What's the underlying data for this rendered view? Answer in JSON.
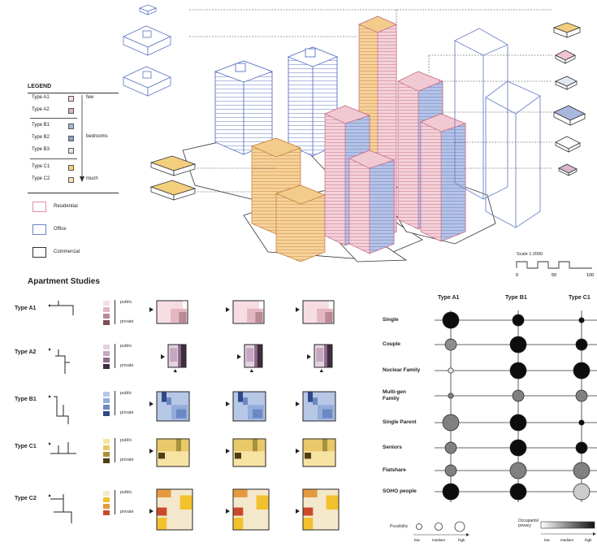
{
  "legend": {
    "title": "LEGEND",
    "types": [
      {
        "label": "Type A1",
        "color": "#f6dce3"
      },
      {
        "label": "Type A2",
        "color": "#d7b6cf"
      },
      {
        "label": "Type B1",
        "color": "#a9b6dd"
      },
      {
        "label": "Type B2",
        "color": "#8ea0c8"
      },
      {
        "label": "Type B3",
        "color": "#dfe8f2"
      },
      {
        "label": "Type C1",
        "color": "#f4d27a"
      },
      {
        "label": "Type C2",
        "color": "#f6e3b8"
      }
    ],
    "few": "few",
    "bedrooms": "bedrooms",
    "much": "much",
    "uses": [
      {
        "label": "Residential",
        "color": "#e58fa5"
      },
      {
        "label": "Office",
        "color": "#6b83c8"
      },
      {
        "label": "Commercial",
        "color": "#333333"
      }
    ]
  },
  "scale": {
    "title": "Scale 1:2000",
    "ticks": [
      "0",
      "50",
      "100"
    ]
  },
  "studies": {
    "title": "Apartment Studies",
    "public": "public",
    "private": "private",
    "rows": [
      {
        "label": "Type A1",
        "palette": [
          "#f6dde4",
          "#e4b6c0",
          "#b88a93",
          "#7a4e55"
        ]
      },
      {
        "label": "Type A2",
        "palette": [
          "#e3d2e0",
          "#c6a7c1",
          "#8e6b8a",
          "#3f2d40"
        ]
      },
      {
        "label": "Type B1",
        "palette": [
          "#b7c7e6",
          "#93acd9",
          "#6b88c4",
          "#2f4a86"
        ]
      },
      {
        "label": "Type C1",
        "palette": [
          "#f7e3a4",
          "#e9c86a",
          "#a7913c",
          "#4b3f12"
        ]
      },
      {
        "label": "Type C2",
        "palette": [
          "#f4e8cc",
          "#f2c22e",
          "#e59a40",
          "#c84a2a"
        ]
      }
    ]
  },
  "matrix": {
    "columns": [
      "Type A1",
      "Type B1",
      "Type C1"
    ],
    "rows": [
      "Single",
      "Couple",
      "Nuclear Family",
      "Multi-gen Family",
      "Single Parent",
      "Seniors",
      "Flatshare",
      "SOHO people"
    ],
    "possibility_title": "Possibility",
    "possibility_labels": [
      "low",
      "medium",
      "high"
    ],
    "occupants_title": "Occupants/ privacy",
    "occupants_labels": [
      "low",
      "medium",
      "high"
    ],
    "cells": [
      [
        {
          "s": 3,
          "c": 0.95
        },
        {
          "s": 2,
          "c": 0.95
        },
        {
          "s": 1,
          "c": 0.95
        }
      ],
      [
        {
          "s": 2,
          "c": 0.45
        },
        {
          "s": 3,
          "c": 0.95
        },
        {
          "s": 2,
          "c": 0.95
        }
      ],
      [
        {
          "s": 1,
          "c": 0.1
        },
        {
          "s": 3,
          "c": 0.95
        },
        {
          "s": 3,
          "c": 0.95
        }
      ],
      [
        {
          "s": 1,
          "c": 0.5
        },
        {
          "s": 2,
          "c": 0.5
        },
        {
          "s": 2,
          "c": 0.5
        }
      ],
      [
        {
          "s": 3,
          "c": 0.5
        },
        {
          "s": 3,
          "c": 0.95
        },
        {
          "s": 1,
          "c": 0.95
        }
      ],
      [
        {
          "s": 2,
          "c": 0.5
        },
        {
          "s": 3,
          "c": 0.95
        },
        {
          "s": 2,
          "c": 0.95
        }
      ],
      [
        {
          "s": 2,
          "c": 0.5
        },
        {
          "s": 3,
          "c": 0.5
        },
        {
          "s": 3,
          "c": 0.5
        }
      ],
      [
        {
          "s": 3,
          "c": 0.95
        },
        {
          "s": 3,
          "c": 0.95
        },
        {
          "s": 3,
          "c": 0.2
        }
      ]
    ]
  }
}
